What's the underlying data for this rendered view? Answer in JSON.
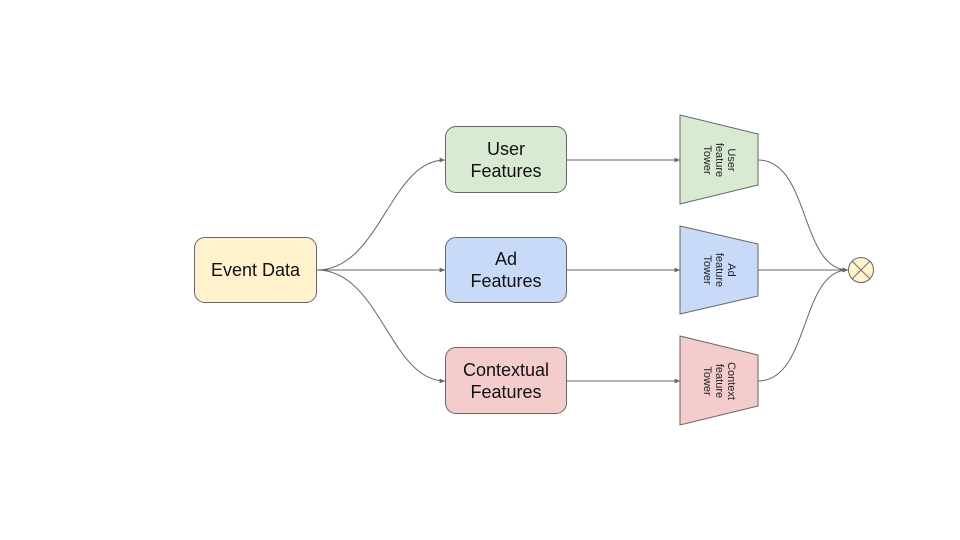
{
  "nodes": {
    "event": {
      "label": "Event Data",
      "fill": "#fff2cc"
    },
    "user": {
      "line1": "User",
      "line2": "Features",
      "fill": "#d9ead3"
    },
    "ad": {
      "line1": "Ad",
      "line2": "Features",
      "fill": "#c9daf8"
    },
    "context": {
      "line1": "Contextual",
      "line2": "Features",
      "fill": "#f4cccc"
    }
  },
  "towers": {
    "user": {
      "line1": "User",
      "line2": "feature",
      "line3": "Tower",
      "fill": "#d9ead3"
    },
    "ad": {
      "line1": "Ad",
      "line2": "feature",
      "line3": "Tower",
      "fill": "#c9daf8"
    },
    "context": {
      "line1": "Context",
      "line2": "feature",
      "line3": "Tower",
      "fill": "#f4cccc"
    }
  },
  "combiner": {
    "symbol": "circle-times-icon",
    "fill": "#fff2cc"
  },
  "colors": {
    "edge": "#666666",
    "stroke": "#666666"
  }
}
